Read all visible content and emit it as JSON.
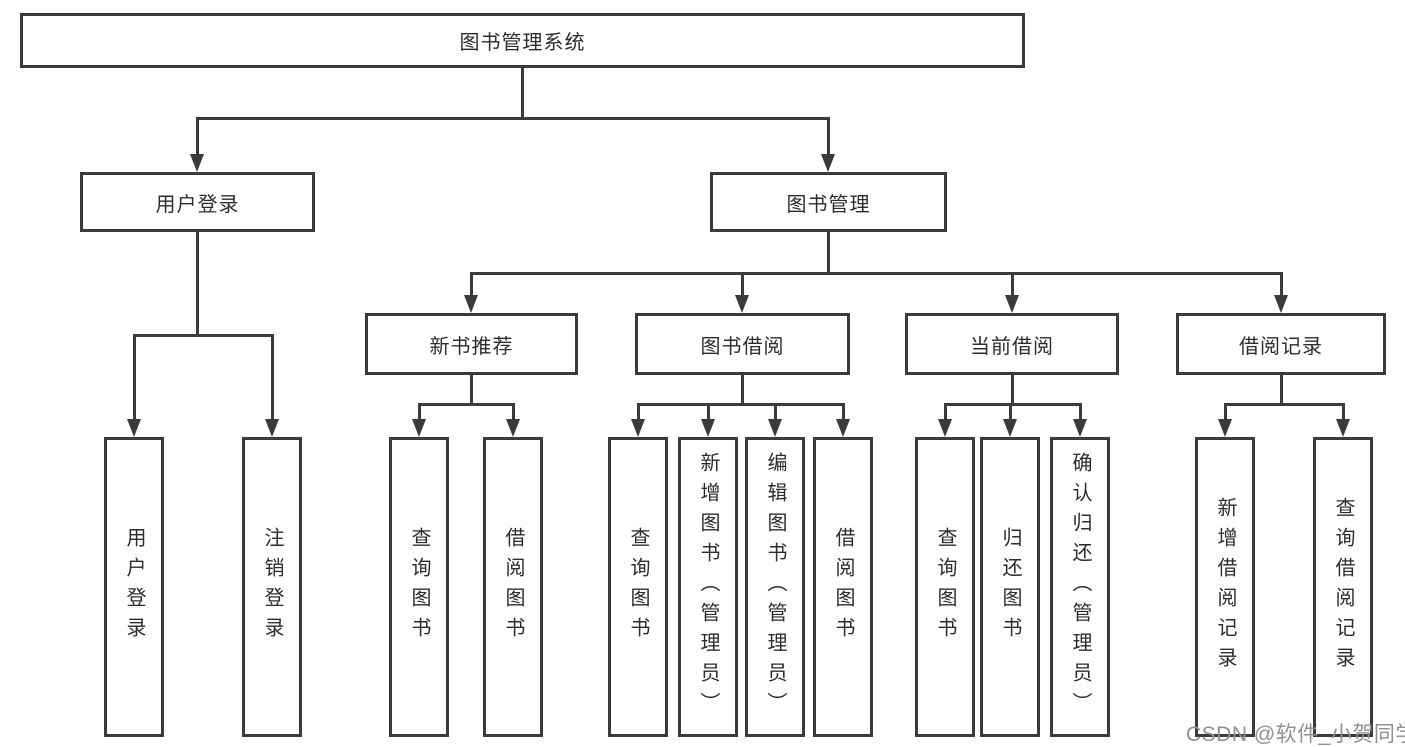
{
  "tree": {
    "label": "图书管理系统",
    "children": [
      {
        "label": "用户登录",
        "children": [
          {
            "label": "用户登录"
          },
          {
            "label": "注销登录"
          }
        ]
      },
      {
        "label": "图书管理",
        "children": [
          {
            "label": "新书推荐",
            "children": [
              {
                "label": "查询图书"
              },
              {
                "label": "借阅图书"
              }
            ]
          },
          {
            "label": "图书借阅",
            "children": [
              {
                "label": "查询图书"
              },
              {
                "label": "新增图书（管理员）"
              },
              {
                "label": "编辑图书（管理员）"
              },
              {
                "label": "借阅图书"
              }
            ]
          },
          {
            "label": "当前借阅",
            "children": [
              {
                "label": "查询图书"
              },
              {
                "label": "归还图书"
              },
              {
                "label": "确认归还（管理员）"
              }
            ]
          },
          {
            "label": "借阅记录",
            "children": [
              {
                "label": "新增借阅记录"
              },
              {
                "label": "查询借阅记录"
              }
            ]
          }
        ]
      }
    ]
  },
  "watermark": {
    "text": "CSDN @软件_小贺同学",
    "color": "#919191"
  },
  "colors": {
    "line": "#3b3b3b",
    "text": "#2d2d2d",
    "background": "#ffffff"
  }
}
